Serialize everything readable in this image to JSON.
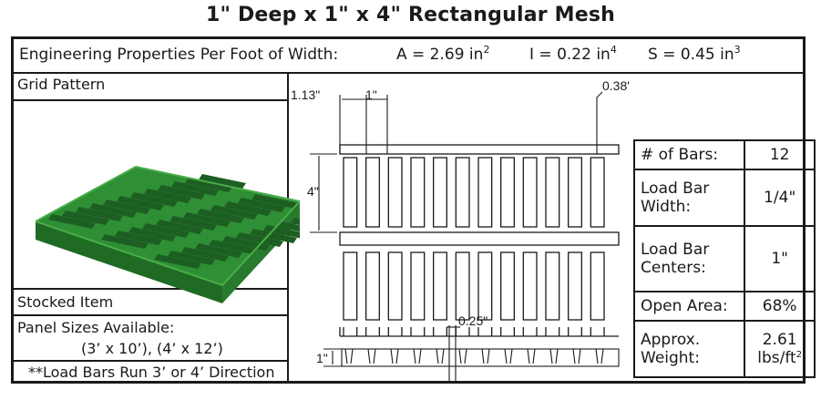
{
  "title": "1\" Deep x 1\" x 4\" Rectangular Mesh",
  "properties": {
    "label": "Engineering Properties Per Foot of Width:",
    "area": "A = 2.69 in",
    "area_exp": "2",
    "inertia": "I = 0.22 in",
    "inertia_exp": "4",
    "section": "S = 0.45 in",
    "section_exp": "3"
  },
  "left": {
    "grid_pattern": "Grid Pattern",
    "stocked": "Stocked Item",
    "panel_sizes_label": "Panel Sizes Available:",
    "panel_sizes_value": "(3’ x 10’), (4’ x 12’)",
    "note": "**Load Bars Run 3’ or 4’ Direction"
  },
  "drawing": {
    "dim_a": "1.13\"",
    "dim_b": "1\"",
    "dim_c": "0.38'",
    "dim_height": "4\"",
    "dim_thickness": "0.25\"",
    "dim_depth": "1\""
  },
  "specs": [
    {
      "label": "# of Bars:",
      "value": "12"
    },
    {
      "label": "Load Bar Width:",
      "value": "1/4\""
    },
    {
      "label": "Load Bar Centers:",
      "value": "1\""
    },
    {
      "label": "Open Area:",
      "value": "68%"
    },
    {
      "label": "Approx. Weight:",
      "value": "2.61 lbs/ft",
      "value_exp": "2"
    }
  ],
  "colors": {
    "grating_green": "#3a9a3a",
    "grating_dark": "#1f6b24",
    "line": "#1a1a1a"
  }
}
